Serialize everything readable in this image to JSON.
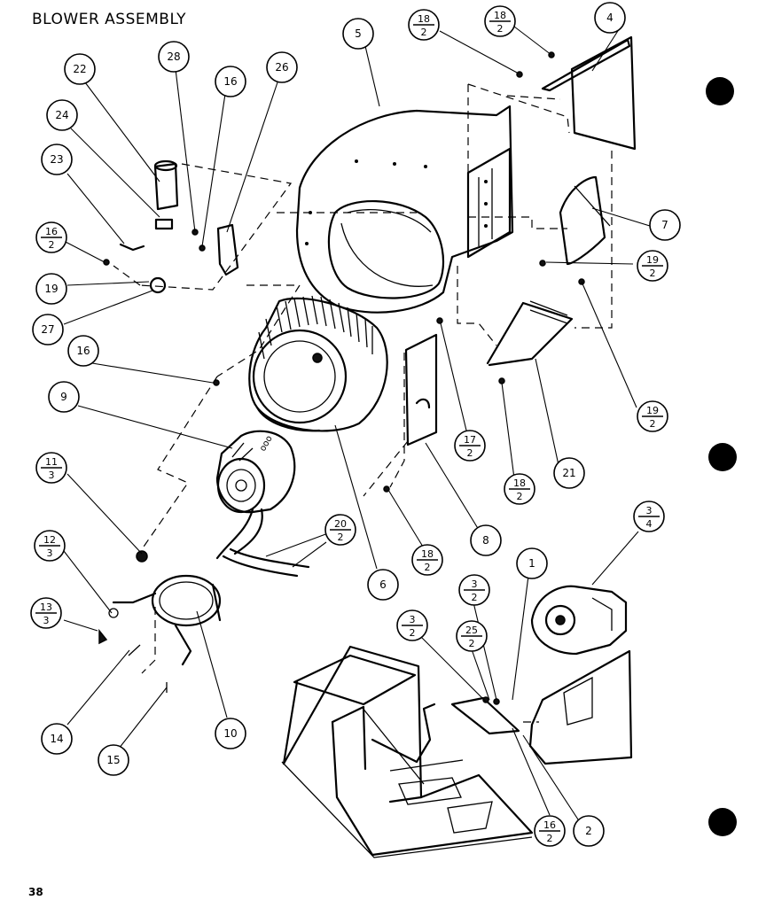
{
  "title": "BLOWER ASSEMBLY",
  "page_number": "38",
  "callouts": [
    {
      "num": "22"
    },
    {
      "num": "28"
    },
    {
      "num": "16"
    },
    {
      "num": "26"
    },
    {
      "num": "24"
    },
    {
      "num": "23"
    },
    {
      "num": "16",
      "den": "2"
    },
    {
      "num": "19"
    },
    {
      "num": "27"
    },
    {
      "num": "16"
    },
    {
      "num": "9"
    },
    {
      "num": "11",
      "den": "3"
    },
    {
      "num": "12",
      "den": "3"
    },
    {
      "num": "13",
      "den": "3"
    },
    {
      "num": "14"
    },
    {
      "num": "15"
    },
    {
      "num": "10"
    },
    {
      "num": "20",
      "den": "2"
    },
    {
      "num": "6"
    },
    {
      "num": "5"
    },
    {
      "num": "18",
      "den": "2"
    },
    {
      "num": "18",
      "den": "2"
    },
    {
      "num": "4"
    },
    {
      "num": "7"
    },
    {
      "num": "19",
      "den": "2"
    },
    {
      "num": "19",
      "den": "2"
    },
    {
      "num": "17",
      "den": "2"
    },
    {
      "num": "21"
    },
    {
      "num": "18",
      "den": "2"
    },
    {
      "num": "18",
      "den": "2"
    },
    {
      "num": "8"
    },
    {
      "num": "3",
      "den": "4"
    },
    {
      "num": "1"
    },
    {
      "num": "3",
      "den": "2"
    },
    {
      "num": "3",
      "den": "2"
    },
    {
      "num": "25",
      "den": "2"
    },
    {
      "num": "16",
      "den": "2"
    },
    {
      "num": "2"
    }
  ]
}
